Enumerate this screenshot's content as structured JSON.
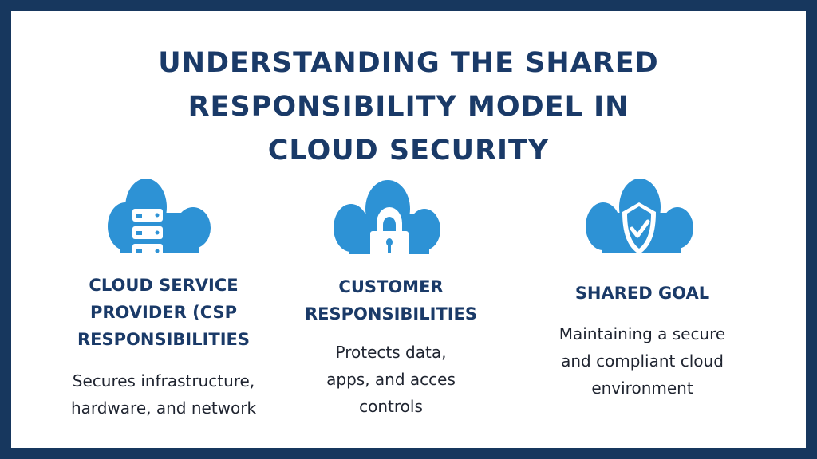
{
  "colors": {
    "frame": "#17375e",
    "title": "#1a3a68",
    "icon": "#2d92d5"
  },
  "title": {
    "lines": [
      "UNDERSTANDING THE SHARED",
      "RESPONSIBILITY MODEL IN",
      "CLOUD SECURITY"
    ]
  },
  "columns": [
    {
      "icon": "cloud-server-icon",
      "heading": [
        "CLOUD SERVICE",
        "PROVIDER (CSP",
        "RESPONSIBILITIES"
      ],
      "body": [
        "Secures infrastructure,",
        "hardware, and network"
      ]
    },
    {
      "icon": "cloud-lock-icon",
      "heading": [
        "CUSTOMER",
        "RESPONSIBILITIES"
      ],
      "body": [
        "Protects data,",
        "apps, and acces",
        "controls"
      ]
    },
    {
      "icon": "cloud-shield-check-icon",
      "heading": [
        "SHARED GOAL"
      ],
      "body": [
        "Maintaining a secure",
        "and compliant cloud",
        "environment"
      ]
    }
  ]
}
